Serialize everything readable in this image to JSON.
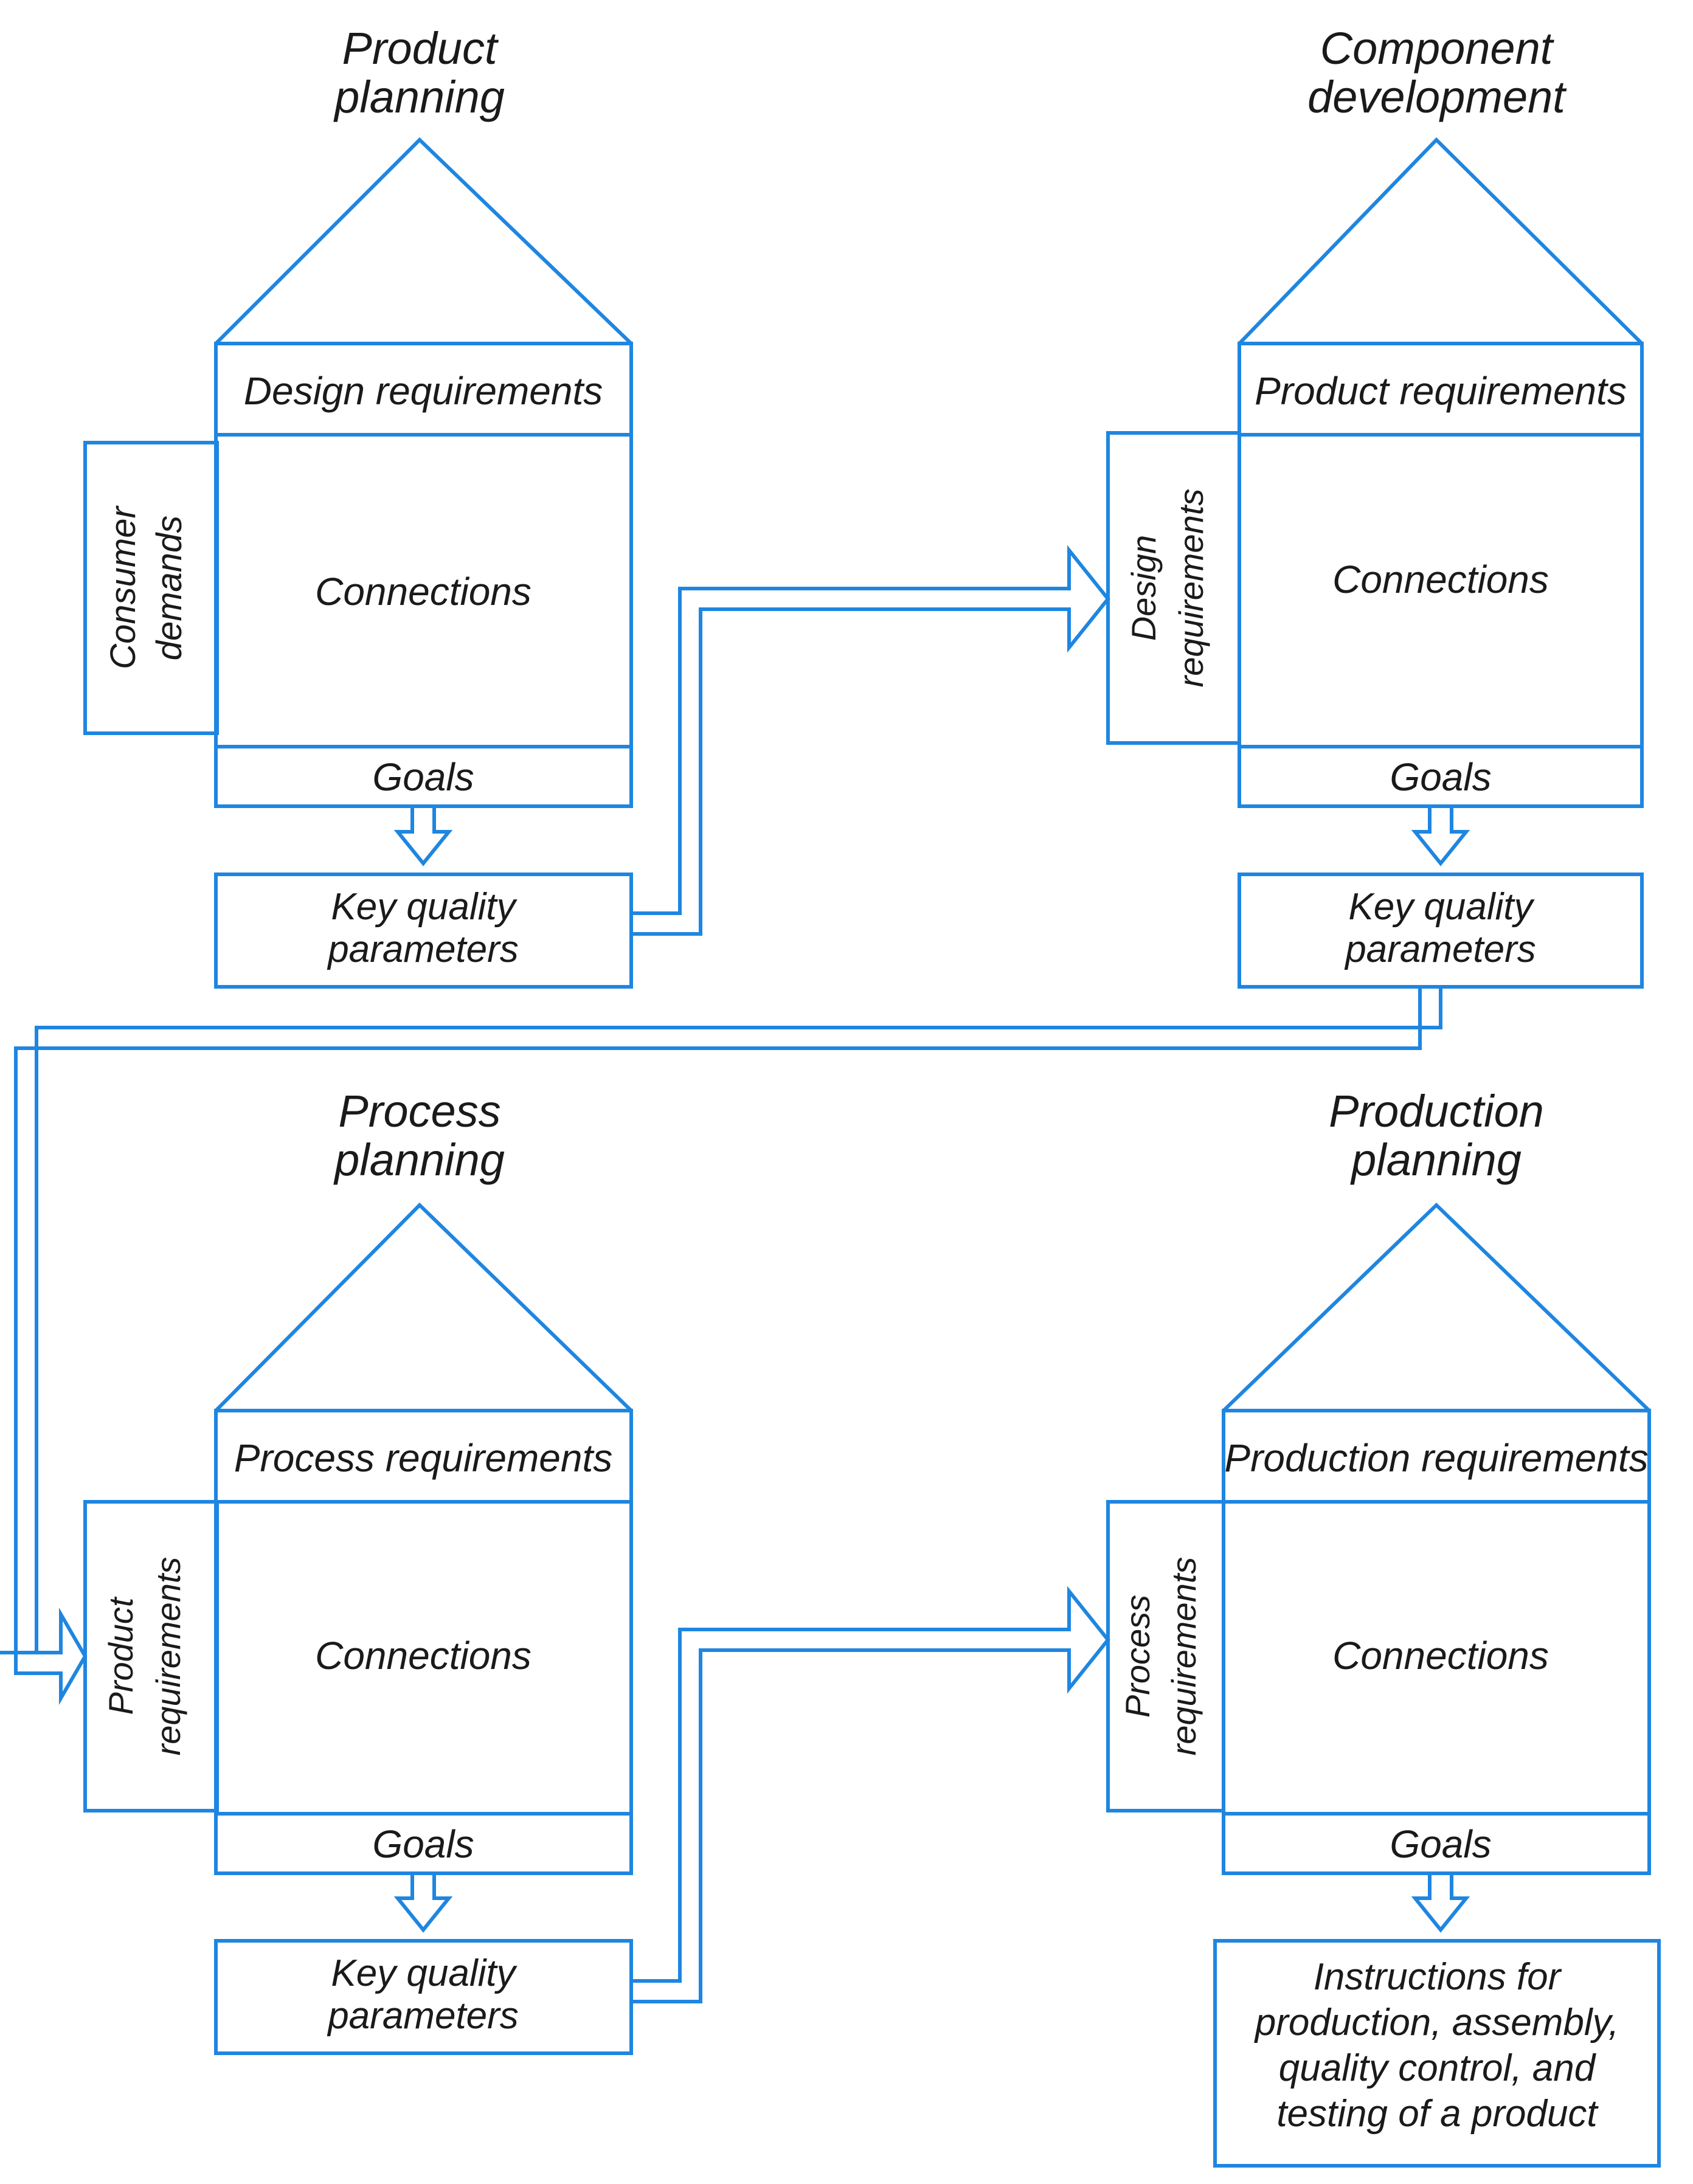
{
  "theme": {
    "accent": "#1f86e0",
    "ink": "#1a1a1a",
    "background": "#ffffff",
    "stroke_width": 6
  },
  "diagram": {
    "type": "quality-function-deployment-house-of-quality-cascade",
    "houses": [
      {
        "id": "product-planning",
        "title": "Product\nplanning",
        "title_line1": "Product",
        "title_line2": "planning",
        "top_band": "Design requirements",
        "center": "Connections",
        "bottom_band": "Goals",
        "side_label_line1": "Consumer",
        "side_label_line2": "demands",
        "output_box_line1": "Key quality",
        "output_box_line2": "parameters"
      },
      {
        "id": "component-development",
        "title": "Component\ndevelopment",
        "title_line1": "Component",
        "title_line2": "development",
        "top_band": "Product requirements",
        "center": "Connections",
        "bottom_band": "Goals",
        "side_label_line1": "Design",
        "side_label_line2": "requirements",
        "output_box_line1": "Key quality",
        "output_box_line2": "parameters"
      },
      {
        "id": "process-planning",
        "title": "Process\nplanning",
        "title_line1": "Process",
        "title_line2": "planning",
        "top_band": "Process requirements",
        "center": "Connections",
        "bottom_band": "Goals",
        "side_label_line1": "Product",
        "side_label_line2": "requirements",
        "output_box_line1": "Key quality",
        "output_box_line2": "parameters"
      },
      {
        "id": "production-planning",
        "title": "Production\nplanning",
        "title_line1": "Production",
        "title_line2": "planning",
        "top_band": "Production requirements",
        "center": "Connections",
        "bottom_band": "Goals",
        "side_label_line1": "Process",
        "side_label_line2": "requirements",
        "output_box_line1": "Instructions for",
        "output_box_line2": "production, assembly,",
        "output_box_line3": "quality control, and",
        "output_box_line4": "testing of a product"
      }
    ],
    "flows": [
      {
        "id": "goals-to-kqp-1",
        "from": "product-planning.goals",
        "to": "product-planning.key-quality-parameters",
        "direction": "down"
      },
      {
        "id": "kqp1-to-design-requirements",
        "from": "product-planning.key-quality-parameters",
        "to": "component-development.design-requirements",
        "direction": "right"
      },
      {
        "id": "goals-to-kqp-2",
        "from": "component-development.goals",
        "to": "component-development.key-quality-parameters",
        "direction": "down"
      },
      {
        "id": "kqp2-to-product-requirements",
        "from": "component-development.key-quality-parameters",
        "to": "process-planning.product-requirements",
        "direction": "left-then-down"
      },
      {
        "id": "goals-to-kqp-3",
        "from": "process-planning.goals",
        "to": "process-planning.key-quality-parameters",
        "direction": "down"
      },
      {
        "id": "kqp3-to-process-requirements",
        "from": "process-planning.key-quality-parameters",
        "to": "production-planning.process-requirements",
        "direction": "right"
      },
      {
        "id": "goals-to-instructions",
        "from": "production-planning.goals",
        "to": "production-planning.instructions",
        "direction": "down"
      }
    ]
  }
}
